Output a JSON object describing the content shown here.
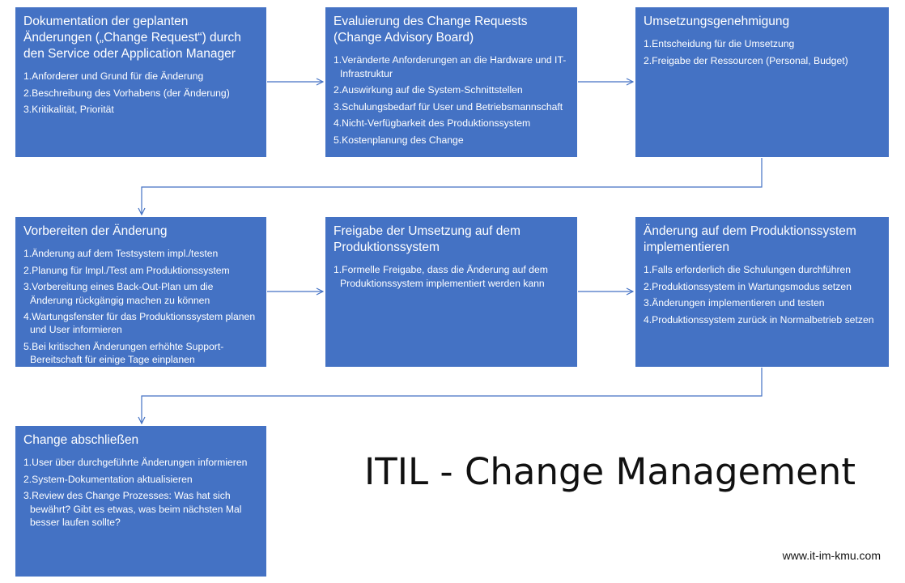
{
  "diagram": {
    "title": "ITIL - Change Management",
    "website": "www.it-im-kmu.com",
    "steps": [
      {
        "id": "b1",
        "title": "Dokumentation der geplanten Änderungen („Change Request“) durch den Service oder Application Manager",
        "items": [
          "1.Anforderer und Grund für die Änderung",
          "2.Beschreibung des Vorhabens (der Änderung)",
          "3.Kritikalität, Priorität"
        ]
      },
      {
        "id": "b2",
        "title": "Evaluierung des Change Requests (Change Advisory Board)",
        "items": [
          "1.Veränderte Anforderungen an die Hardware und IT-Infrastruktur",
          "2.Auswirkung auf die System-Schnittstellen",
          "3.Schulungsbedarf für User und Betriebsmannschaft",
          "4.Nicht-Verfügbarkeit des Produktionssystem",
          "5.Kostenplanung des Change"
        ]
      },
      {
        "id": "b3",
        "title": "Umsetzungsgenehmigung",
        "items": [
          "1.Entscheidung für die Umsetzung",
          "2.Freigabe der Ressourcen (Personal, Budget)"
        ]
      },
      {
        "id": "b4",
        "title": "Vorbereiten der Änderung",
        "items": [
          "1.Änderung auf dem Testsystem impl./testen",
          "2.Planung für Impl./Test am Produktionssystem",
          "3.Vorbereitung eines Back-Out-Plan um die Änderung rückgängig machen zu können",
          "4.Wartungsfenster für das Produktionssystem planen und User informieren",
          "5.Bei kritischen Änderungen erhöhte Support-Bereitschaft für einige Tage einplanen"
        ]
      },
      {
        "id": "b5",
        "title": "Freigabe der Umsetzung auf dem Produktionssystem",
        "items": [
          "1.Formelle Freigabe, dass die Änderung auf dem Produktionssystem implementiert werden kann"
        ]
      },
      {
        "id": "b6",
        "title": "Änderung auf dem Produktionssystem implementieren",
        "items": [
          "1.Falls erforderlich die Schulungen durchführen",
          "2.Produktionssystem in Wartungsmodus setzen",
          "3.Änderungen implementieren und testen",
          "4.Produktionssystem zurück in Normalbetrieb setzen"
        ]
      },
      {
        "id": "b7",
        "title": "Change abschließen",
        "items": [
          "1.User über durchgeführte Änderungen informieren",
          "2.System-Dokumentation aktualisieren",
          "3.Review des Change Prozesses: Was hat sich bewährt? Gibt es etwas, was beim nächsten Mal besser laufen sollte?"
        ]
      }
    ],
    "colors": {
      "box": "#4472c4",
      "connector": "#4472c4",
      "text": "#ffffff"
    }
  }
}
